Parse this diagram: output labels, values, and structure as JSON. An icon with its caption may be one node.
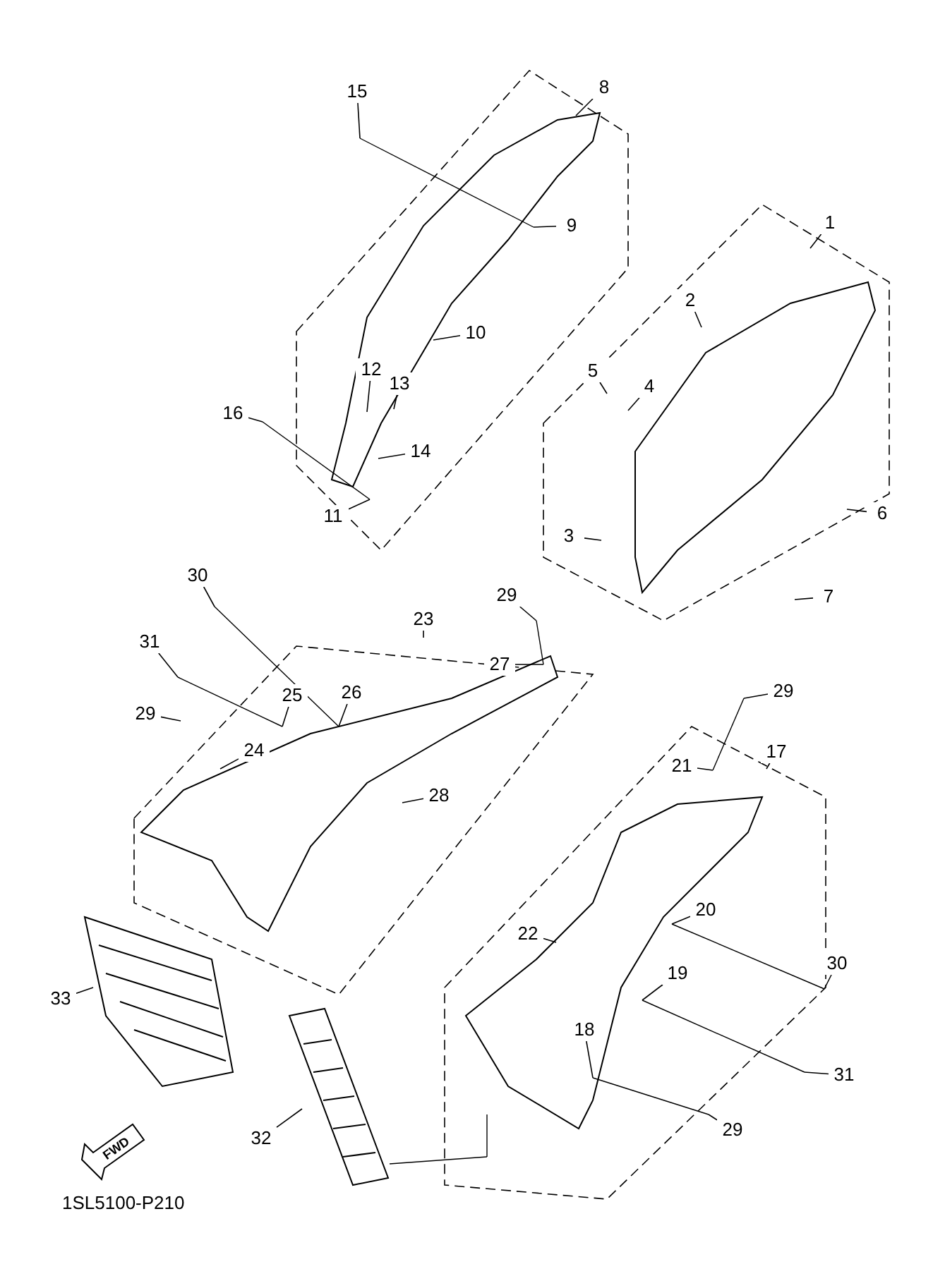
{
  "diagram": {
    "nodes": [
      {
        "text": [
          "15"
        ]
      },
      {
        "text": [
          "8"
        ]
      },
      {
        "text": [
          "9"
        ]
      },
      {
        "text": [
          "10"
        ]
      },
      {
        "text": [
          "12"
        ]
      },
      {
        "text": [
          "13"
        ]
      },
      {
        "text": [
          "16"
        ]
      },
      {
        "text": [
          "14"
        ]
      },
      {
        "text": [
          "11"
        ]
      },
      {
        "text": [
          "1"
        ]
      },
      {
        "text": [
          "2"
        ]
      },
      {
        "text": [
          "5"
        ]
      },
      {
        "text": [
          "4"
        ]
      },
      {
        "text": [
          "6"
        ]
      },
      {
        "text": [
          "3"
        ]
      },
      {
        "text": [
          "7"
        ]
      },
      {
        "text": [
          "30"
        ]
      },
      {
        "text": [
          "29"
        ]
      },
      {
        "text": [
          "23"
        ]
      },
      {
        "text": [
          "27"
        ]
      },
      {
        "text": [
          "31"
        ]
      },
      {
        "text": [
          "25"
        ]
      },
      {
        "text": [
          "26"
        ]
      },
      {
        "text": [
          "29"
        ]
      },
      {
        "text": [
          "24"
        ]
      },
      {
        "text": [
          "29"
        ]
      },
      {
        "text": [
          "21"
        ]
      },
      {
        "text": [
          "17"
        ]
      },
      {
        "text": [
          "28"
        ]
      },
      {
        "text": [
          "20"
        ]
      },
      {
        "text": [
          "22"
        ]
      },
      {
        "text": [
          "30"
        ]
      },
      {
        "text": [
          "19"
        ]
      },
      {
        "text": [
          "33"
        ]
      },
      {
        "text": [
          "31"
        ]
      },
      {
        "text": [
          "18"
        ]
      },
      {
        "text": [
          "29"
        ]
      },
      {
        "text": [
          "32"
        ]
      }
    ],
    "edges": [
      {
        "from": 0,
        "to": null,
        "arrow": "none"
      },
      {
        "from": 1,
        "to": null,
        "arrow": "none"
      },
      {
        "from": 2,
        "to": null,
        "arrow": "none"
      },
      {
        "from": 3,
        "to": null,
        "arrow": "none"
      },
      {
        "from": 4,
        "to": null,
        "arrow": "none"
      },
      {
        "from": 5,
        "to": null,
        "arrow": "none"
      },
      {
        "from": 6,
        "to": null,
        "arrow": "none"
      },
      {
        "from": 7,
        "to": null,
        "arrow": "none"
      },
      {
        "from": 8,
        "to": null,
        "arrow": "none"
      },
      {
        "from": 9,
        "to": null,
        "arrow": "none"
      },
      {
        "from": 10,
        "to": null,
        "arrow": "none"
      },
      {
        "from": 11,
        "to": null,
        "arrow": "none"
      },
      {
        "from": 12,
        "to": null,
        "arrow": "none"
      },
      {
        "from": 13,
        "to": null,
        "arrow": "none"
      },
      {
        "from": 14,
        "to": null,
        "arrow": "none"
      },
      {
        "from": 15,
        "to": null,
        "arrow": "none"
      },
      {
        "from": 16,
        "to": null,
        "arrow": "none"
      },
      {
        "from": 17,
        "to": null,
        "arrow": "none"
      },
      {
        "from": 18,
        "to": null,
        "arrow": "none"
      },
      {
        "from": 19,
        "to": null,
        "arrow": "none"
      },
      {
        "from": 20,
        "to": null,
        "arrow": "none"
      },
      {
        "from": 21,
        "to": null,
        "arrow": "none"
      },
      {
        "from": 22,
        "to": null,
        "arrow": "none"
      },
      {
        "from": 23,
        "to": null,
        "arrow": "none"
      },
      {
        "from": 24,
        "to": null,
        "arrow": "none"
      },
      {
        "from": 25,
        "to": null,
        "arrow": "none"
      },
      {
        "from": 26,
        "to": null,
        "arrow": "none"
      },
      {
        "from": 27,
        "to": null,
        "arrow": "none"
      },
      {
        "from": 28,
        "to": null,
        "arrow": "none"
      },
      {
        "from": 29,
        "to": null,
        "arrow": "none"
      },
      {
        "from": 30,
        "to": null,
        "arrow": "none"
      },
      {
        "from": 31,
        "to": null,
        "arrow": "none"
      },
      {
        "from": 32,
        "to": null,
        "arrow": "none"
      },
      {
        "from": 33,
        "to": null,
        "arrow": "none"
      },
      {
        "from": 34,
        "to": null,
        "arrow": "none"
      },
      {
        "from": 35,
        "to": null,
        "arrow": "none"
      },
      {
        "from": 36,
        "to": null,
        "arrow": "none"
      },
      {
        "from": 37,
        "to": null,
        "arrow": "none"
      }
    ],
    "labels": [
      "FWD",
      "1SL5100-P210"
    ]
  }
}
